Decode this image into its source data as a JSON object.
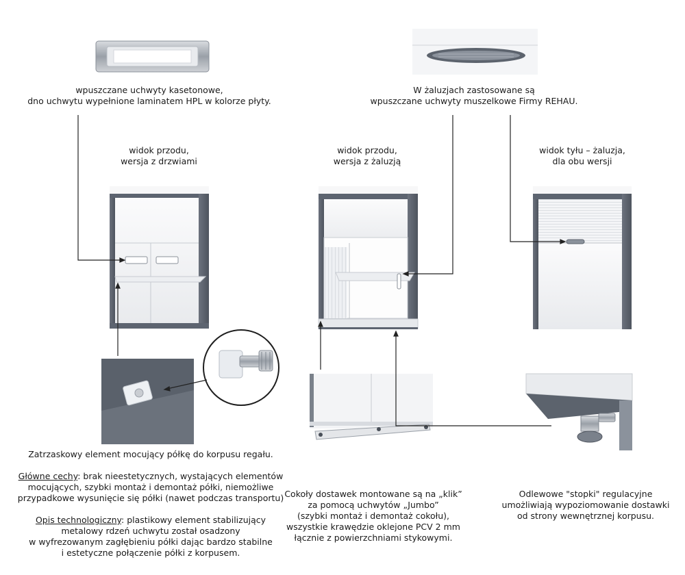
{
  "captions": {
    "handle_cassette": {
      "line1": "wpuszczane uchwyty kasetonowe,",
      "line2": "dno uchwytu wypełnione laminatem HPL w kolorze płyty."
    },
    "handle_rehau": {
      "line1": "W żaluzjach zastosowane są",
      "line2": "wpuszczane uchwyty muszelkowe Firmy REHAU."
    },
    "view_front_doors": {
      "line1": "widok przodu,",
      "line2": "wersja z drzwiami"
    },
    "view_front_shutter": {
      "line1": "widok przodu,",
      "line2": "wersja z żaluzją"
    },
    "view_back_shutter": {
      "line1": "widok tyłu – żaluzja,",
      "line2": "dla obu wersji"
    }
  },
  "shelf_clip": {
    "intro": "Zatrzaskowy element mocujący półkę do korpusu regału.",
    "features_label": "Główne cechy",
    "features_line1": ": brak nieestetycznych, wystających elementów",
    "features_line2": "mocujących, szybki montaż i demontaż półki, niemożliwe",
    "features_line3": "przypadkowe wysunięcie się półki (nawet podczas transportu)",
    "tech_label": "Opis technologiczny",
    "tech_line1": ": plastikowy element stabilizujący",
    "tech_line2": "metalowy rdzeń uchwytu został osadzony",
    "tech_line3": "w wyfrezowanym zagłębieniu półki dając bardzo stabilne",
    "tech_line4": "i estetyczne połączenie półki z korpusem."
  },
  "plinth": {
    "line1": "Cokoły dostawek montowane są na „klik”",
    "line2": "za pomocą uchwytów „Jumbo”",
    "line3": "(szybki montaż i demontaż cokołu),",
    "line4": "wszystkie krawędzie oklejone PCV 2 mm",
    "line5": "łącznie z powierzchniami stykowymi."
  },
  "feet": {
    "line1": "Odlewowe \"stopki\" regulacyjne",
    "line2": "umożliwiają wypoziomowanie dostawki",
    "line3": "od strony wewnętrznej korpusu."
  },
  "colors": {
    "carcass_gray": "#5d6470",
    "panel_white": "#f2f3f5",
    "leader_line": "#222222"
  }
}
